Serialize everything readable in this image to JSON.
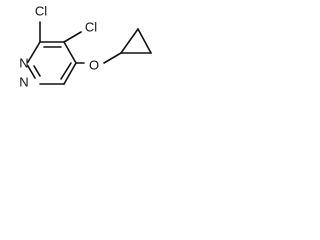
{
  "molecule": {
    "atoms": {
      "cl_top": "Cl",
      "cl_right": "Cl",
      "n_upper": "N",
      "n_lower": "N",
      "oxygen": "O"
    }
  }
}
